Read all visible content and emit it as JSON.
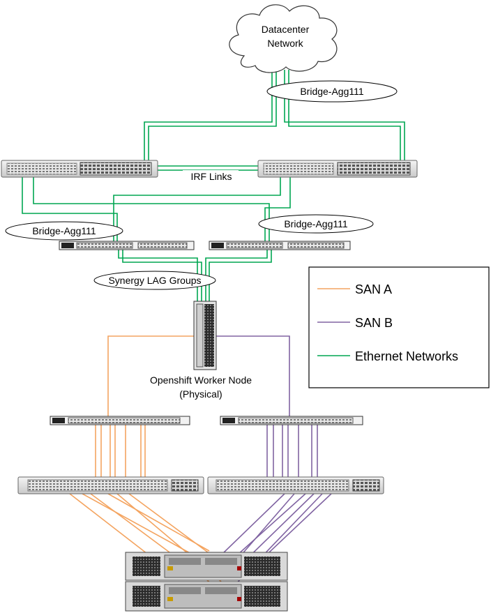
{
  "cloud": {
    "line1": "Datacenter",
    "line2": "Network"
  },
  "labels": {
    "bridge_top": "Bridge-Agg111",
    "irf": "IRF Links",
    "bridge_left": "Bridge-Agg111",
    "bridge_right": "Bridge-Agg111",
    "lag": "Synergy LAG Groups",
    "node_line1": "Openshift Worker Node",
    "node_line2": "(Physical)"
  },
  "legend": {
    "items": [
      {
        "label": "SAN A",
        "color": "#f4a460"
      },
      {
        "label": "SAN B",
        "color": "#8064a2"
      },
      {
        "label": "Ethernet Networks",
        "color": "#00a651"
      }
    ]
  },
  "colors": {
    "san_a": "#f4a460",
    "san_b": "#8064a2",
    "eth": "#00a651"
  }
}
